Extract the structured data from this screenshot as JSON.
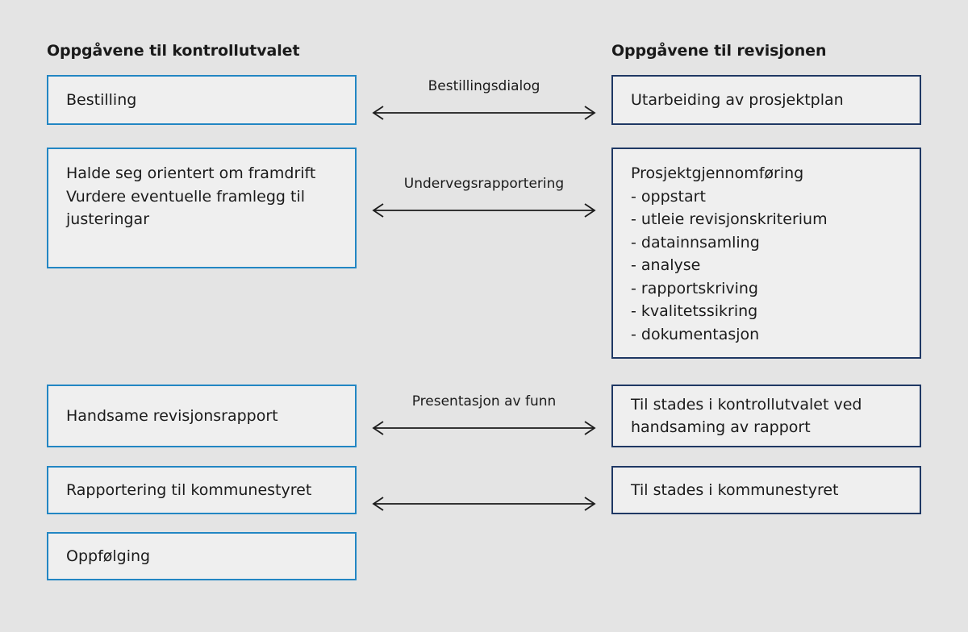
{
  "page": {
    "background_color": "#e4e4e4",
    "box_fill_color": "#efefef",
    "left_accent_color": "#2286c3",
    "right_accent_color": "#1f3864",
    "text_color": "#1b1b1b"
  },
  "columns": {
    "left": {
      "heading": "Oppgåvene til kontrollutvalet",
      "boxes": [
        {
          "text": "Bestilling"
        },
        {
          "text": "Halde seg orientert om framdrift\nVurdere eventuelle framlegg til justeringar"
        },
        {
          "text": "Handsame revisjonsrapport"
        },
        {
          "text": "Rapportering til kommunestyret"
        },
        {
          "text": "Oppfølging"
        }
      ]
    },
    "right": {
      "heading": "Oppgåvene til revisjonen",
      "boxes": [
        {
          "text": "Utarbeiding av prosjektplan"
        },
        {
          "text": "Prosjektgjennomføring\n- oppstart\n- utleie revisjonskriterium\n- datainnsamling\n- analyse\n- rapportskriving\n- kvalitetssikring\n- dokumentasjon"
        },
        {
          "text": "Til stades i kontrollutvalet ved handsaming  av rapport"
        },
        {
          "text": "Til stades i kommunestyret"
        }
      ]
    }
  },
  "connectors": [
    {
      "label": "Bestillingsdialog",
      "direction": "bidirectional"
    },
    {
      "label": "Undervegsrapportering",
      "direction": "bidirectional"
    },
    {
      "label": "Presentasjon av funn",
      "direction": "bidirectional"
    },
    {
      "label": "",
      "direction": "bidirectional"
    }
  ]
}
